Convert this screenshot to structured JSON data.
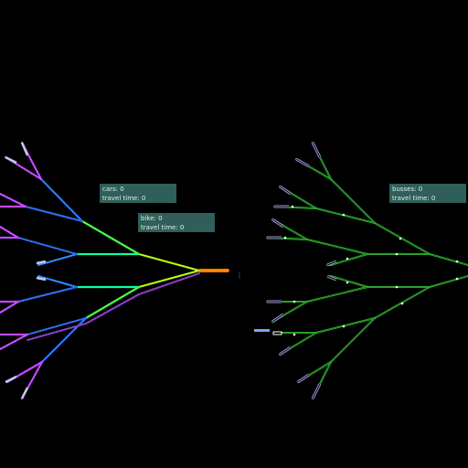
{
  "cars_panel": {
    "count_label": "cars: 0",
    "time_label": "travel time: 0"
  },
  "bike_panel": {
    "count_label": "bike: 0",
    "time_label": "travel time: 0"
  },
  "busses_panel": {
    "count_label": "busses: 0",
    "time_label": "travel time: 0"
  },
  "colors": {
    "background": "#000000",
    "panel": "#2f5f58",
    "panel_text": "#d8f3ee",
    "bus_network": "#2fbf2f",
    "stop_outline": "#9a9ad8",
    "vehicle": "#7fa0ff"
  }
}
